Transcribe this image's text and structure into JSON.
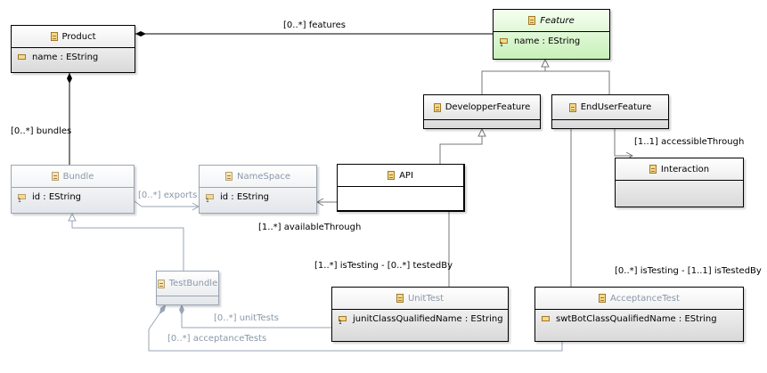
{
  "classes": {
    "product": {
      "name": "Product",
      "attr": "name : EString"
    },
    "feature": {
      "name": "Feature",
      "attr": "name : EString"
    },
    "bundle": {
      "name": "Bundle",
      "attr": "id : EString"
    },
    "namespace": {
      "name": "NameSpace",
      "attr": "id : EString"
    },
    "api": {
      "name": "API"
    },
    "developer_feature": {
      "name": "DevelopperFeature"
    },
    "end_user_feature": {
      "name": "EndUserFeature"
    },
    "interaction": {
      "name": "Interaction"
    },
    "test_bundle": {
      "name": "TestBundle"
    },
    "unit_test": {
      "name": "UnitTest",
      "attr": "junitClassQualifiedName : EString"
    },
    "acceptance_test": {
      "name": "AcceptanceTest",
      "attr": "swtBotClassQualifiedName : EString"
    }
  },
  "labels": {
    "features": "[0..*] features",
    "bundles": "[0..*] bundles",
    "exports": "[0..*] exports",
    "accessible_through": "[1..1] accessibleThrough",
    "available_through": "[1..*] availableThrough",
    "unit_testing": "[1..*] isTesting - [0..*] testedBy",
    "acceptance_testing": "[0..*] isTesting - [1..1] isTestedBy",
    "unit_tests": "[0..*] unitTests",
    "acceptance_tests": "[0..*] acceptanceTests"
  },
  "colors": {
    "edge": "#000000",
    "muted_edge": "#9aa6b4",
    "feature_fill": "#c8f0b8"
  }
}
